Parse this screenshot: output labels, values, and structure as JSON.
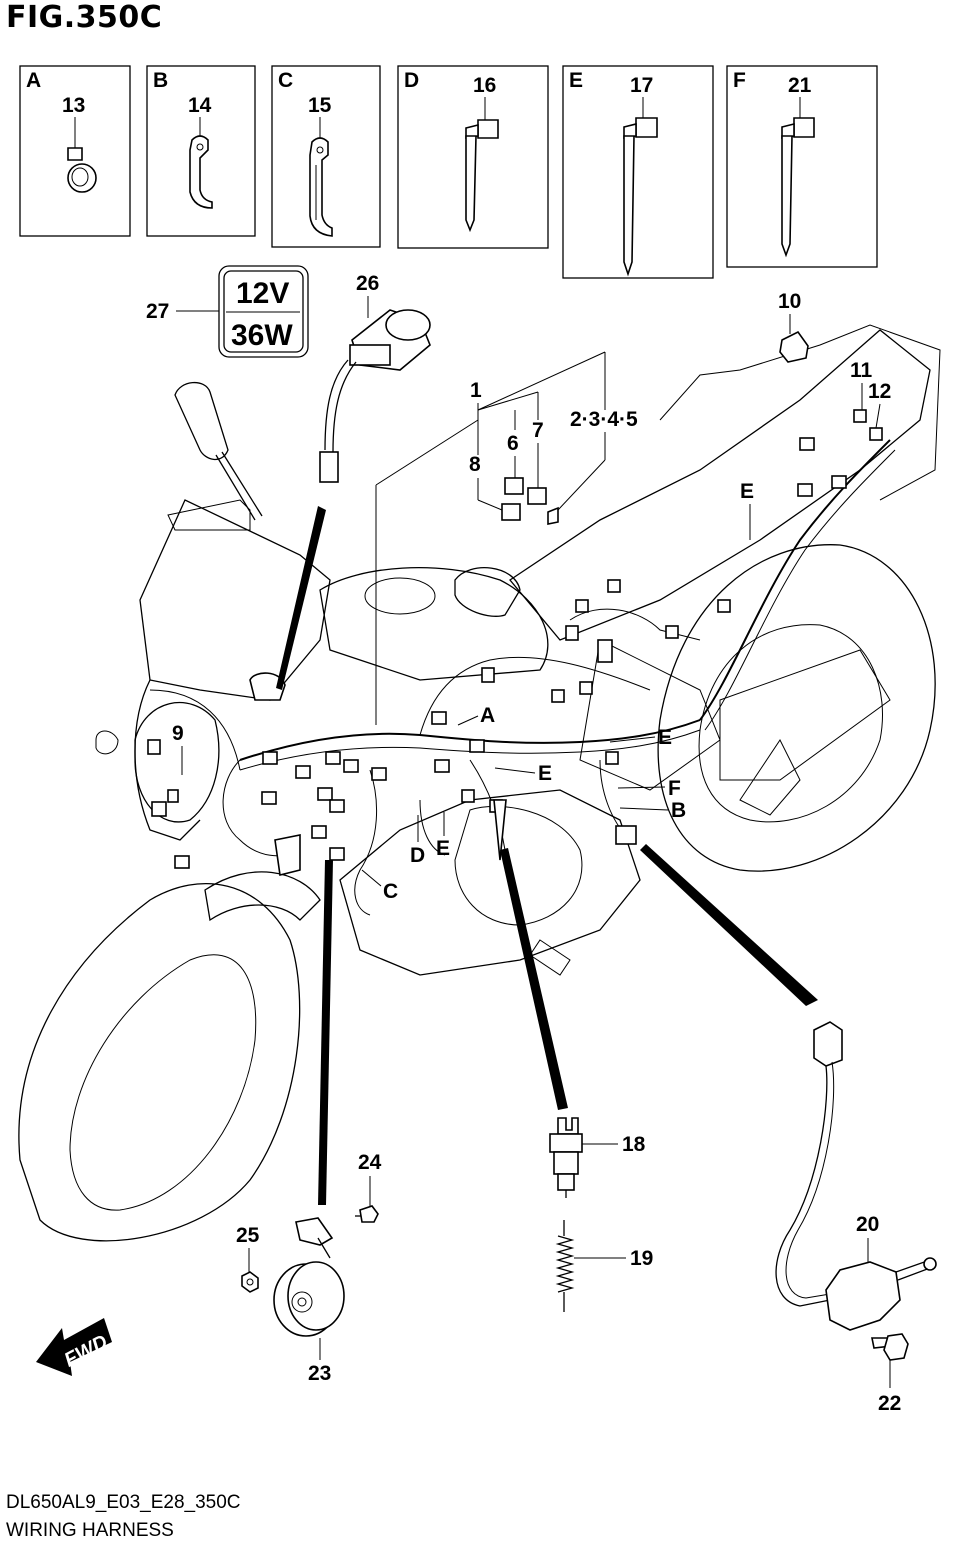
{
  "figure": {
    "title": "FIG.350C"
  },
  "footer": {
    "model_code": "DL650AL9_E03_E28_350C",
    "section_title": "WIRING HARNESS"
  },
  "detail_boxes": [
    {
      "letter": "A",
      "part": "13"
    },
    {
      "letter": "B",
      "part": "14"
    },
    {
      "letter": "C",
      "part": "15"
    },
    {
      "letter": "D",
      "part": "16"
    },
    {
      "letter": "E",
      "part": "17"
    },
    {
      "letter": "F",
      "part": "21"
    }
  ],
  "rating_label": {
    "voltage": "12V",
    "wattage": "36W"
  },
  "callouts": {
    "p1": "1",
    "p2345": "2·3·4·5",
    "p6": "6",
    "p7": "7",
    "p8": "8",
    "p9": "9",
    "p10": "10",
    "p11": "11",
    "p12": "12",
    "p18": "18",
    "p19": "19",
    "p20": "20",
    "p22": "22",
    "p23": "23",
    "p24": "24",
    "p25": "25",
    "p26": "26",
    "p27": "27"
  },
  "location_markers": {
    "A": "A",
    "B": "B",
    "C": "C",
    "D": "D",
    "E_upper": "E",
    "E_mid1": "E",
    "E_mid2": "E",
    "E_low": "E",
    "F": "F"
  },
  "direction_arrow": {
    "label": "FWD"
  }
}
